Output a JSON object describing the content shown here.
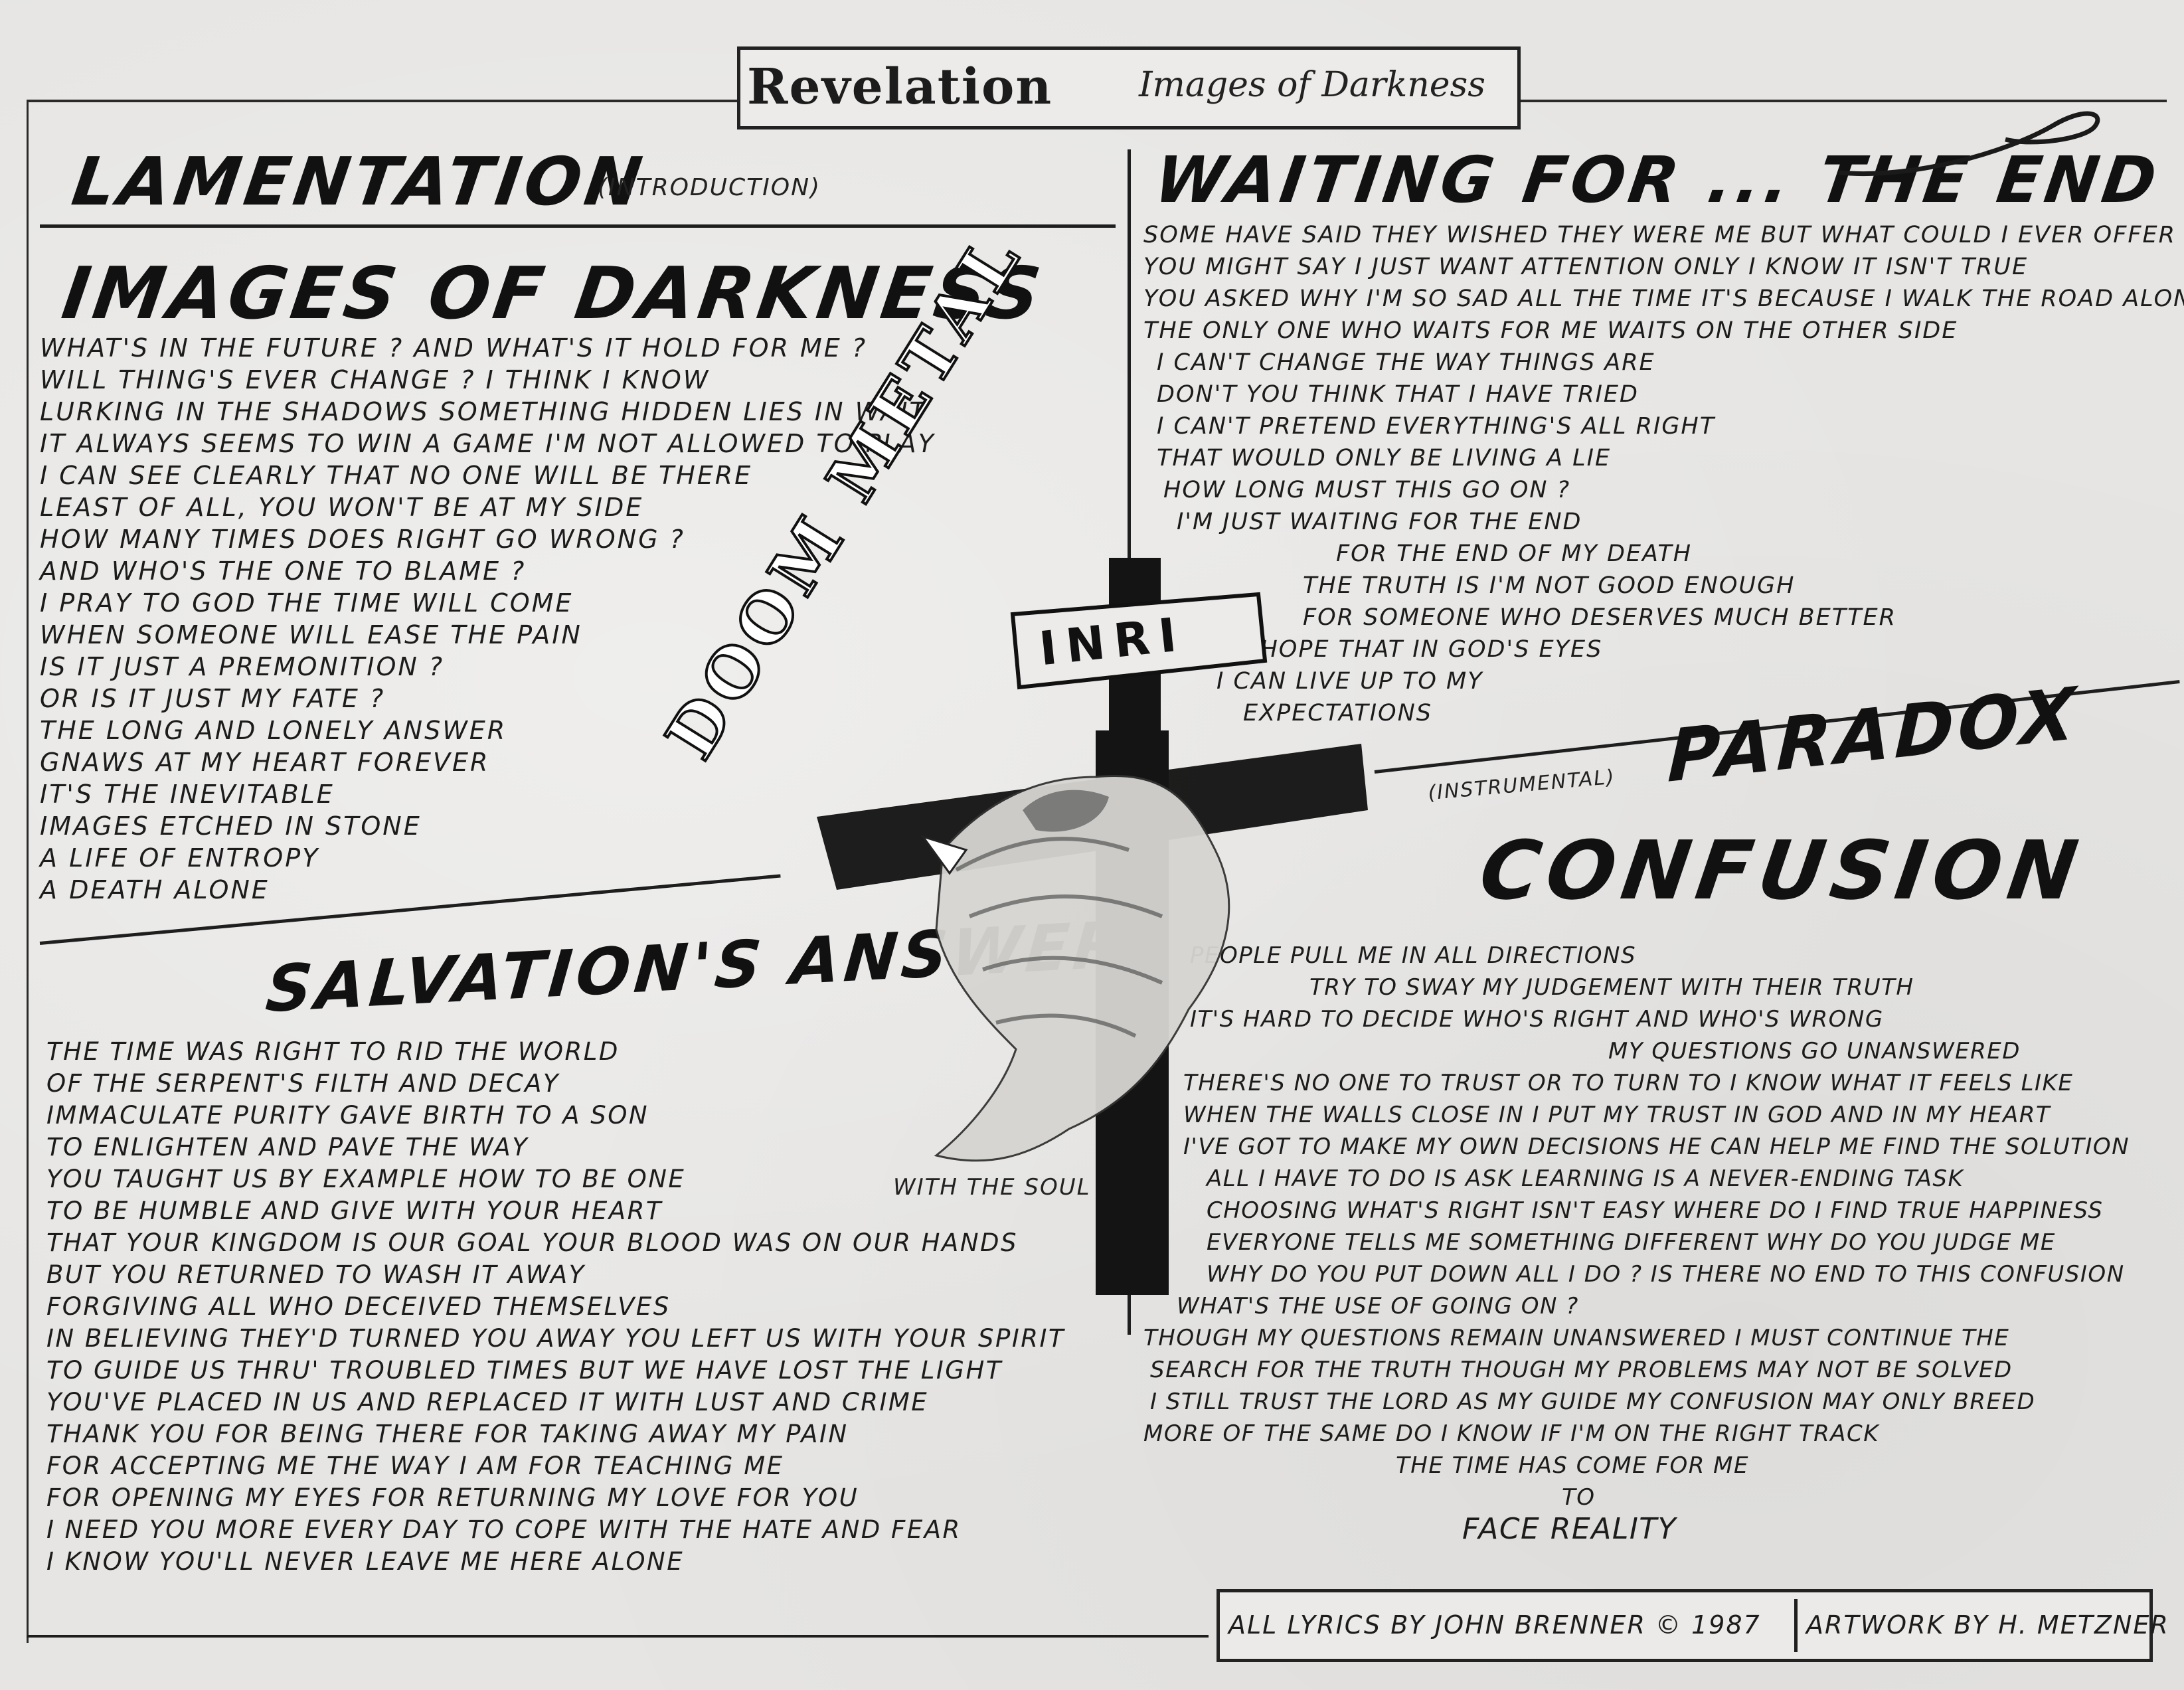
{
  "header": {
    "band": "Revelation",
    "album": "Images of Darkness"
  },
  "lamentation": {
    "title": "LAMENTATION",
    "note": "(INTRODUCTION)"
  },
  "images_of_darkness": {
    "title": "IMAGES OF DARKNESS",
    "lines": [
      "WHAT'S IN THE FUTURE ?  AND WHAT'S IT HOLD FOR ME ?",
      "WILL THING'S EVER CHANGE ?  I THINK I KNOW",
      "LURKING IN THE SHADOWS  SOMETHING HIDDEN LIES IN WAIT",
      "IT ALWAYS SEEMS TO WIN   A GAME I'M NOT ALLOWED TO PLAY",
      "I CAN SEE CLEARLY   THAT NO ONE WILL BE THERE",
      "LEAST OF ALL, YOU   WON'T BE AT MY SIDE",
      "HOW MANY TIMES DOES RIGHT GO WRONG ?",
      "AND WHO'S THE ONE TO BLAME ?",
      "I PRAY TO GOD  THE TIME WILL COME",
      "WHEN SOMEONE  WILL EASE THE PAIN",
      "IS IT JUST A PREMONITION ?",
      "OR IS IT JUST MY FATE ?",
      "THE LONG AND LONELY ANSWER",
      "GNAWS AT MY HEART FOREVER",
      "IT'S THE INEVITABLE",
      "IMAGES ETCHED IN STONE",
      "A LIFE OF ENTROPY",
      "A DEATH ALONE"
    ]
  },
  "salvations_answer": {
    "title": "SALVATION'S ANSWER",
    "lines": [
      "THE TIME WAS RIGHT  TO RID THE WORLD",
      "OF THE SERPENT'S FILTH AND DECAY",
      "IMMACULATE PURITY GAVE BIRTH TO A SON",
      "TO ENLIGHTEN AND PAVE THE WAY",
      "YOU TAUGHT US BY EXAMPLE HOW TO BE ONE",
      "TO BE HUMBLE AND GIVE WITH YOUR HEART",
      "THAT YOUR KINGDOM IS OUR GOAL YOUR BLOOD WAS ON OUR HANDS",
      "BUT YOU RETURNED TO WASH IT AWAY",
      "FORGIVING ALL WHO DECEIVED THEMSELVES",
      "IN BELIEVING THEY'D TURNED YOU AWAY  YOU LEFT US WITH YOUR SPIRIT",
      "TO GUIDE US THRU' TROUBLED TIMES BUT WE HAVE LOST THE LIGHT",
      "YOU'VE PLACED IN US  AND REPLACED IT WITH LUST AND CRIME",
      "THANK YOU  FOR BEING THERE  FOR TAKING AWAY MY PAIN",
      "FOR ACCEPTING ME THE WAY I AM   FOR TEACHING ME",
      "FOR OPENING MY EYES  FOR RETURNING MY LOVE FOR YOU",
      "I NEED YOU MORE EVERY DAY  TO COPE WITH THE HATE AND FEAR",
      "I KNOW YOU'LL NEVER LEAVE ME HERE ALONE"
    ],
    "aside": "WITH THE SOUL"
  },
  "waiting_for_the_end": {
    "title": "WAITING FOR ... THE END",
    "lines": [
      "SOME HAVE SAID THEY WISHED THEY WERE ME  BUT WHAT COULD I EVER OFFER",
      "YOU MIGHT SAY I JUST WANT ATTENTION  ONLY I KNOW IT ISN'T TRUE",
      "YOU ASKED WHY  I'M SO SAD ALL THE TIME  IT'S BECAUSE I WALK THE ROAD ALONE",
      "THE ONLY ONE WHO WAITS FOR ME  WAITS ON THE OTHER SIDE",
      "I CAN'T CHANGE THE WAY THINGS ARE",
      "DON'T YOU THINK THAT I HAVE TRIED",
      "I CAN'T PRETEND EVERYTHING'S ALL RIGHT",
      "THAT WOULD ONLY BE LIVING A LIE",
      "HOW LONG MUST THIS GO ON ?",
      "I'M JUST WAITING FOR  THE END",
      "FOR THE END OF MY DEATH",
      "THE TRUTH IS I'M NOT GOOD ENOUGH",
      "FOR SOMEONE WHO DESERVES MUCH BETTER",
      "I HOPE THAT IN GOD'S EYES",
      "I CAN LIVE UP TO MY",
      "EXPECTATIONS"
    ]
  },
  "paradox": {
    "title": "PARADOX",
    "note": "(INSTRUMENTAL)"
  },
  "confusion": {
    "title": "CONFUSION",
    "lines": [
      "PEOPLE PULL ME IN ALL DIRECTIONS",
      "TRY TO SWAY MY JUDGEMENT  WITH THEIR TRUTH",
      "IT'S HARD TO DECIDE WHO'S RIGHT AND WHO'S WRONG",
      "MY QUESTIONS GO UNANSWERED",
      "THERE'S NO ONE TO TRUST OR TO TURN TO  I KNOW WHAT IT FEELS LIKE",
      "WHEN THE WALLS CLOSE IN  I PUT MY TRUST IN GOD AND IN MY HEART",
      "I'VE GOT TO MAKE MY OWN DECISIONS HE CAN HELP ME FIND THE SOLUTION",
      "ALL I HAVE TO DO IS ASK  LEARNING IS A NEVER-ENDING TASK",
      "CHOOSING WHAT'S RIGHT ISN'T EASY  WHERE DO I FIND TRUE HAPPINESS",
      "EVERYONE TELLS ME SOMETHING DIFFERENT  WHY DO YOU JUDGE ME",
      "WHY DO YOU PUT DOWN ALL I DO ? IS THERE NO END TO THIS CONFUSION",
      "WHAT'S THE USE OF GOING ON ?",
      "THOUGH MY QUESTIONS REMAIN UNANSWERED   I MUST CONTINUE THE",
      "SEARCH FOR THE TRUTH  THOUGH MY PROBLEMS MAY NOT BE SOLVED",
      "I STILL TRUST THE LORD AS MY GUIDE  MY CONFUSION MAY ONLY BREED",
      "MORE OF THE SAME  DO I KNOW IF I'M ON THE RIGHT TRACK",
      "THE TIME HAS COME FOR ME",
      "TO",
      "FACE REALITY"
    ]
  },
  "artwork": {
    "doom_metal": "DOOM METAL",
    "inri": "INRI"
  },
  "credits": {
    "lyrics": "ALL LYRICS BY JOHN BRENNER © 1987",
    "artwork": "ARTWORK BY H. METZNER"
  }
}
